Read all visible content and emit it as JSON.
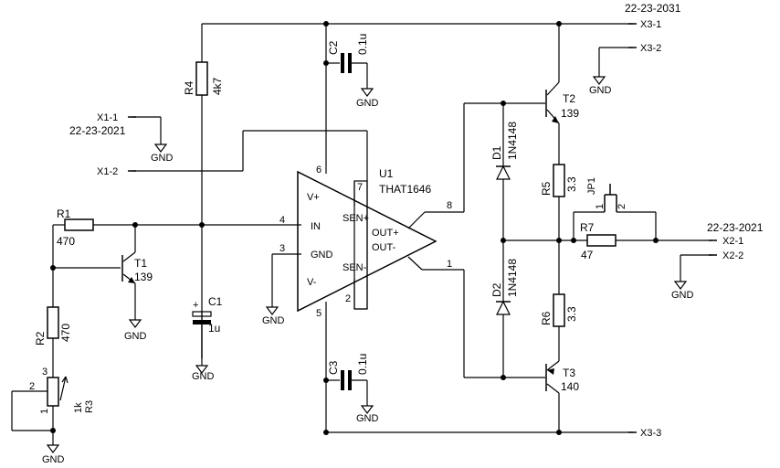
{
  "colors": {
    "wire": "#000000",
    "background": "#ffffff",
    "label": "#000000"
  },
  "labels": {
    "top_net": "22-23-2031",
    "x3_1": "X3-1",
    "x3_2": "X3-2",
    "x3_3": "X3-3",
    "x1_1": "X1-1",
    "x1_1_net": "22-23-2021",
    "x1_2": "X1-2",
    "x2_net": "22-23-2021",
    "x2_1": "X2-1",
    "x2_2": "X2-2"
  },
  "gnd": "GND",
  "components": {
    "r1": {
      "ref": "R1",
      "value": "470"
    },
    "r2": {
      "ref": "R2",
      "value": "470"
    },
    "r3": {
      "ref": "R3",
      "value": "1k",
      "pin1": "1",
      "pin2": "2",
      "pin3": "3"
    },
    "r4": {
      "ref": "R4",
      "value": "4k7"
    },
    "r5": {
      "ref": "R5",
      "value": "3.3"
    },
    "r6": {
      "ref": "R6",
      "value": "3.3"
    },
    "r7": {
      "ref": "R7",
      "value": "47"
    },
    "c1": {
      "ref": "C1",
      "value": "1u",
      "plus": "+"
    },
    "c2": {
      "ref": "C2",
      "value": "0.1u"
    },
    "c3": {
      "ref": "C3",
      "value": "0.1u"
    },
    "t1": {
      "ref": "T1",
      "value": "139"
    },
    "t2": {
      "ref": "T2",
      "value": "139"
    },
    "t3": {
      "ref": "T3",
      "value": "140"
    },
    "d1": {
      "ref": "D1",
      "value": "1N4148"
    },
    "d2": {
      "ref": "D2",
      "value": "1N4148"
    },
    "jp1": {
      "ref": "JP1",
      "pin1": "1",
      "pin2": "2"
    },
    "u1": {
      "ref": "U1",
      "value": "THAT1646",
      "pins": {
        "vplus": "V+",
        "in": "IN",
        "gnd": "GND",
        "vminus": "V-",
        "senplus": "SEN+",
        "outplus": "OUT+",
        "outminus": "OUT-",
        "senminus": "SEN-"
      },
      "pin_numbers": {
        "p6": "6",
        "p7": "7",
        "p4": "4",
        "p3": "3",
        "p5": "5",
        "p2": "2",
        "p8": "8",
        "p1": "1"
      }
    }
  }
}
